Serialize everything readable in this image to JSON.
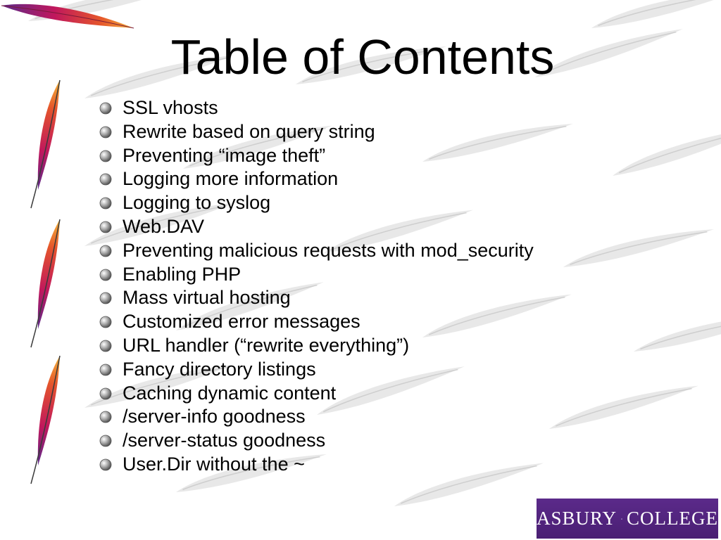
{
  "slide": {
    "title": "Table of Contents"
  },
  "toc": {
    "items": [
      "SSL vhosts",
      "Rewrite based on query string",
      "Preventing “image theft”",
      "Logging more information",
      "Logging to syslog",
      "Web.DAV",
      "Preventing malicious requests with mod_security",
      "Enabling PHP",
      "Mass virtual hosting",
      "Customized error messages",
      "URL handler (“rewrite everything”)",
      "Fancy directory listings",
      "Caching dynamic content",
      "/server-info goodness",
      "/server-status goodness",
      "User.Dir without the ~"
    ]
  },
  "logo": {
    "left_text": "ASBURY",
    "right_text": "COLLEGE",
    "icon": "pillared-seal-icon",
    "background_color": "#4a1f73",
    "text_color": "#ffffff"
  },
  "decorations": {
    "feather_icon": "feather-icon",
    "background_feather_icon": "faded-feather-icon",
    "bullet_icon": "gray-sphere-bullet-icon",
    "feather_colors": [
      "#5b2a8a",
      "#c0175d",
      "#e5562b",
      "#f4b43a"
    ]
  }
}
